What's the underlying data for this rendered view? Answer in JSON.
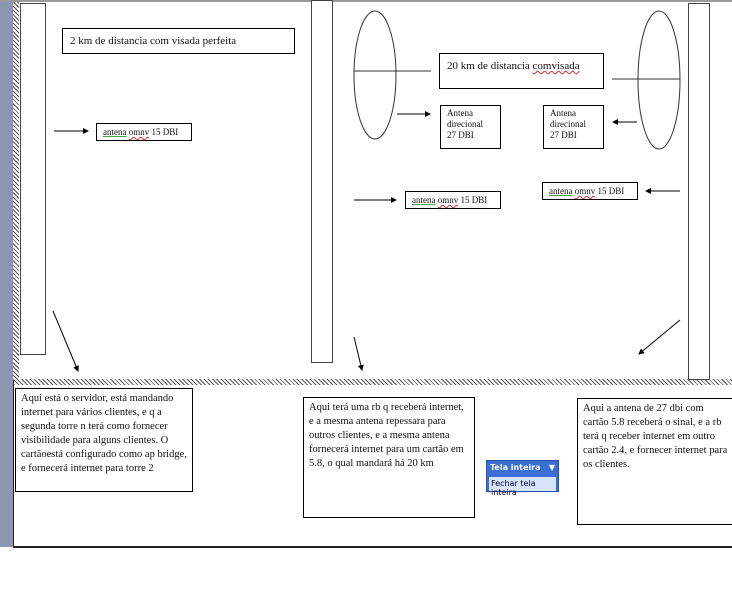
{
  "diagram": {
    "distance_short": "2 km de distancia com visada perfeita",
    "distance_long_pre": "20 km de distancia ",
    "distance_long_sq": "comvisada",
    "omni_a": "antena",
    "omni_b": "omnv",
    "omni_c": "15 DBI",
    "directional_left": [
      "Antena",
      "direcional",
      "27 DBI"
    ],
    "directional_right": [
      "Antena",
      "direcional",
      "27 DBI"
    ]
  },
  "notes": {
    "tower1": "Aqui está o servidor, está mandando internet para vários clientes, e q a segunda torre n terá como fornecer visibilidade para alguns clientes. O cartãoestá configurado como ap bridge, e fornecerá internet para torre 2",
    "tower2": "Aqui terá uma rb q receberá internet, e a mesma antena repessara para outros clientes, e a mesma antena fornecerá internet para um cartão em 5.8, o qual mandará há 20 km",
    "tower3": "Aqui a antena de 27 dbi com cartão 5.8 receberá o sinal, e a rb terá q receber internet em outro cartão 2.4, e fornecer internet para os clientes."
  },
  "fullscreen_toolbar": {
    "title": "Tela inteira",
    "dropdown_icon": "▼",
    "close_label": "Fechar tela inteira"
  }
}
